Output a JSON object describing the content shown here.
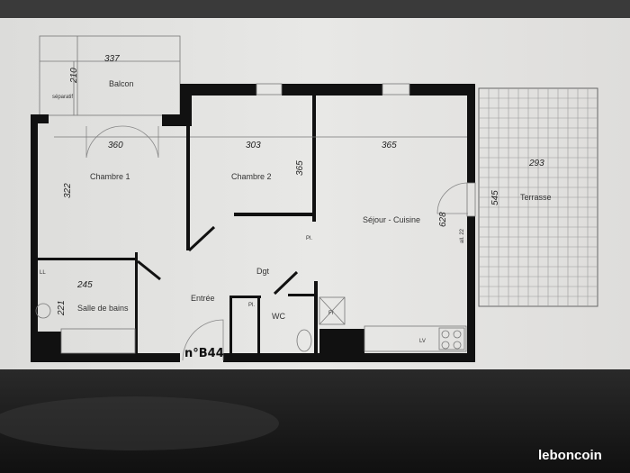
{
  "plan": {
    "unit_number": "n°B44",
    "rooms": {
      "balcon": "Balcon",
      "chambre1": "Chambre 1",
      "chambre2": "Chambre 2",
      "sejour": "Séjour - Cuisine",
      "terrasse": "Terrasse",
      "sdb": "Salle de bains",
      "entree": "Entrée",
      "dgt": "Dgt",
      "wc": "WC"
    },
    "dimensions": {
      "balcon_width": "337",
      "balcon_depth": "210",
      "chambre1_width": "360",
      "chambre1_depth": "322",
      "chambre2_width": "303",
      "chambre2_depth": "365",
      "sejour_width": "365",
      "sejour_depth": "628",
      "terrasse_width": "293",
      "terrasse_depth": "545",
      "sdb_width": "245",
      "sdb_depth": "221"
    },
    "annotations": {
      "separatif": "séparatif",
      "allege": "all. 22",
      "placard1": "Pl.",
      "placard2": "Pl.",
      "frigo": "Fr",
      "lave_vaisselle": "LV",
      "lave_linge": "LL"
    }
  },
  "watermark": "leboncoin",
  "colors": {
    "paper": "#e4e4e2",
    "wall": "#111111",
    "background": "#1c1c1c"
  }
}
